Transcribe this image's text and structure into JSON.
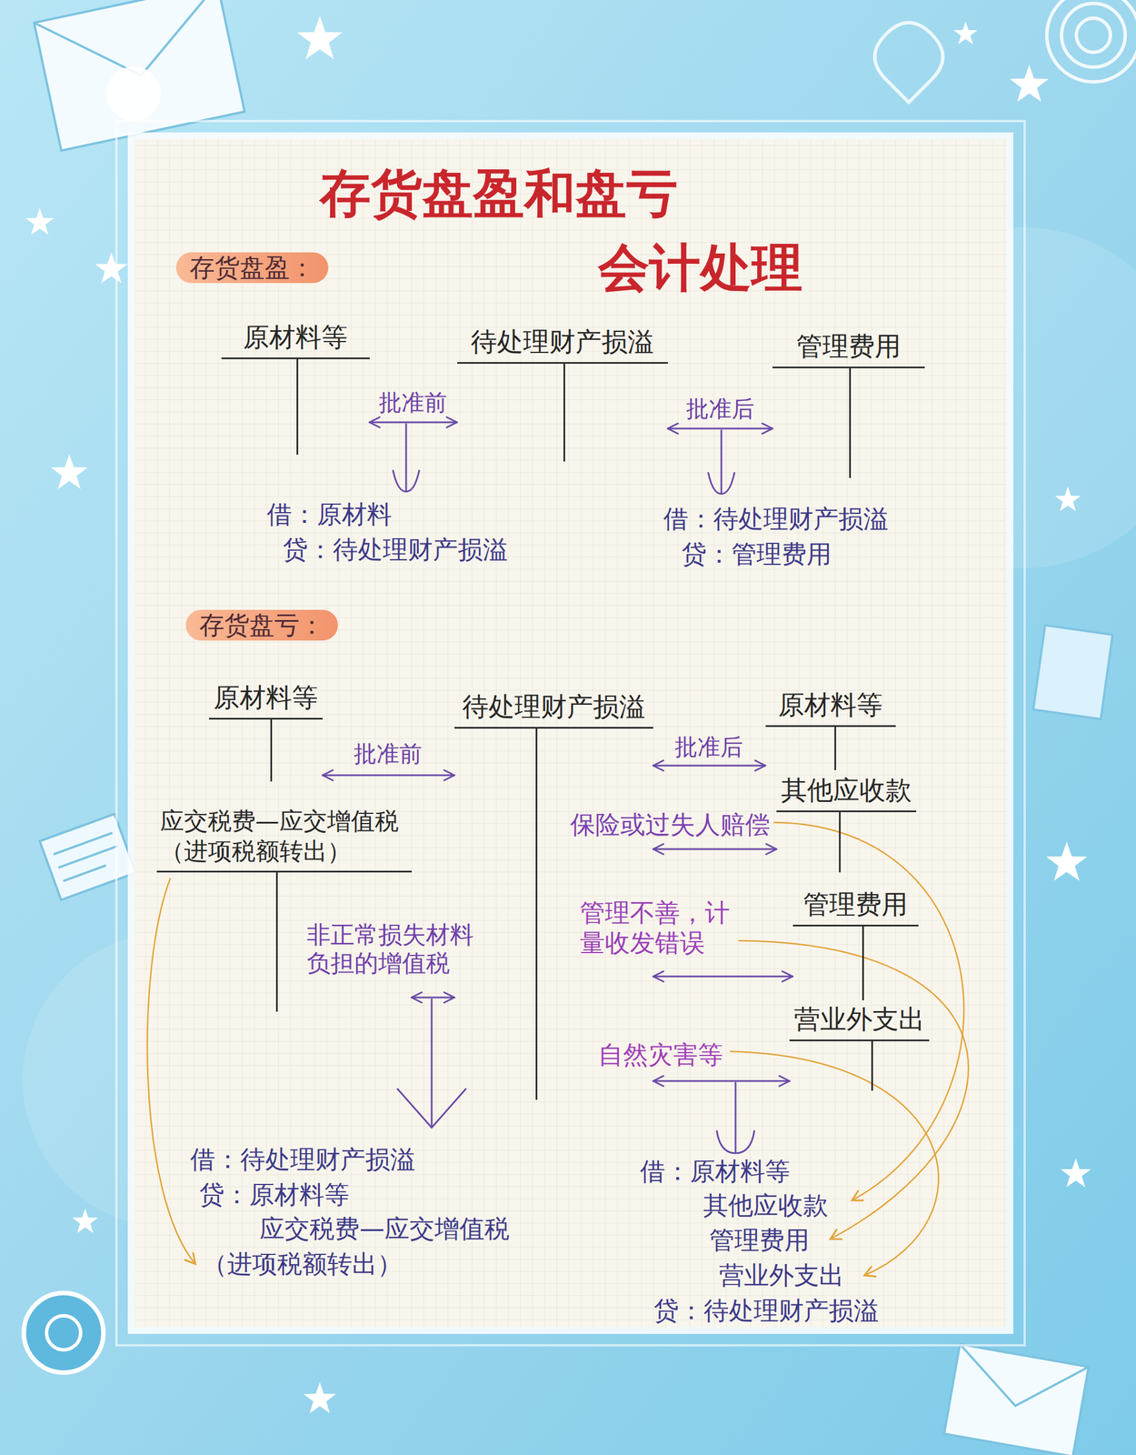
{
  "diagram": {
    "title": "存货盘盈和盘亏 会计处理",
    "nodes": [
      {
        "text": [
          "存货盘盈："
        ]
      },
      {
        "text": [
          "原材料等"
        ]
      },
      {
        "text": [
          "待处理财产损溢"
        ]
      },
      {
        "text": [
          "管理费用"
        ]
      },
      {
        "text": [
          "存货盘亏："
        ]
      },
      {
        "text": [
          "原材料等"
        ]
      },
      {
        "text": [
          "待处理财产损溢"
        ]
      },
      {
        "text": [
          "原材料等"
        ]
      },
      {
        "text": [
          "应交税费—应交增值税 （进项税额转出）"
        ]
      },
      {
        "text": [
          "其他应收款"
        ]
      },
      {
        "text": [
          "管理费用"
        ]
      },
      {
        "text": [
          "营业外支出"
        ]
      }
    ],
    "edges": [
      {
        "from": 1,
        "to": 2,
        "arrow": "both",
        "label": "批准前"
      },
      {
        "from": 2,
        "to": 3,
        "arrow": "both",
        "label": "批准后"
      },
      {
        "from": 5,
        "to": 6,
        "arrow": "both",
        "label": "批准前"
      },
      {
        "from": 8,
        "to": 6,
        "arrow": "both",
        "label": "非正常损失材料 负担的增值税"
      },
      {
        "from": 6,
        "to": 7,
        "arrow": "both",
        "label": "批准后"
      },
      {
        "from": 6,
        "to": 9,
        "arrow": "both",
        "label": "保险或过失人赔偿"
      },
      {
        "from": 6,
        "to": 10,
        "arrow": "both",
        "label": "管理不善，计 量收发错误"
      },
      {
        "from": 6,
        "to": 11,
        "arrow": "both",
        "label": "自然灾害等"
      }
    ],
    "labels": [
      "借：原材料",
      "贷：待处理财产损溢",
      "借：待处理财产损溢",
      "贷：管理费用",
      "借：待处理财产损溢",
      "贷：原材料等",
      "应交税费—应交增值税",
      "（进项税额转出）",
      "借：原材料等",
      "其他应收款",
      "管理费用",
      "营业外支出",
      "贷：待处理财产损溢"
    ]
  }
}
